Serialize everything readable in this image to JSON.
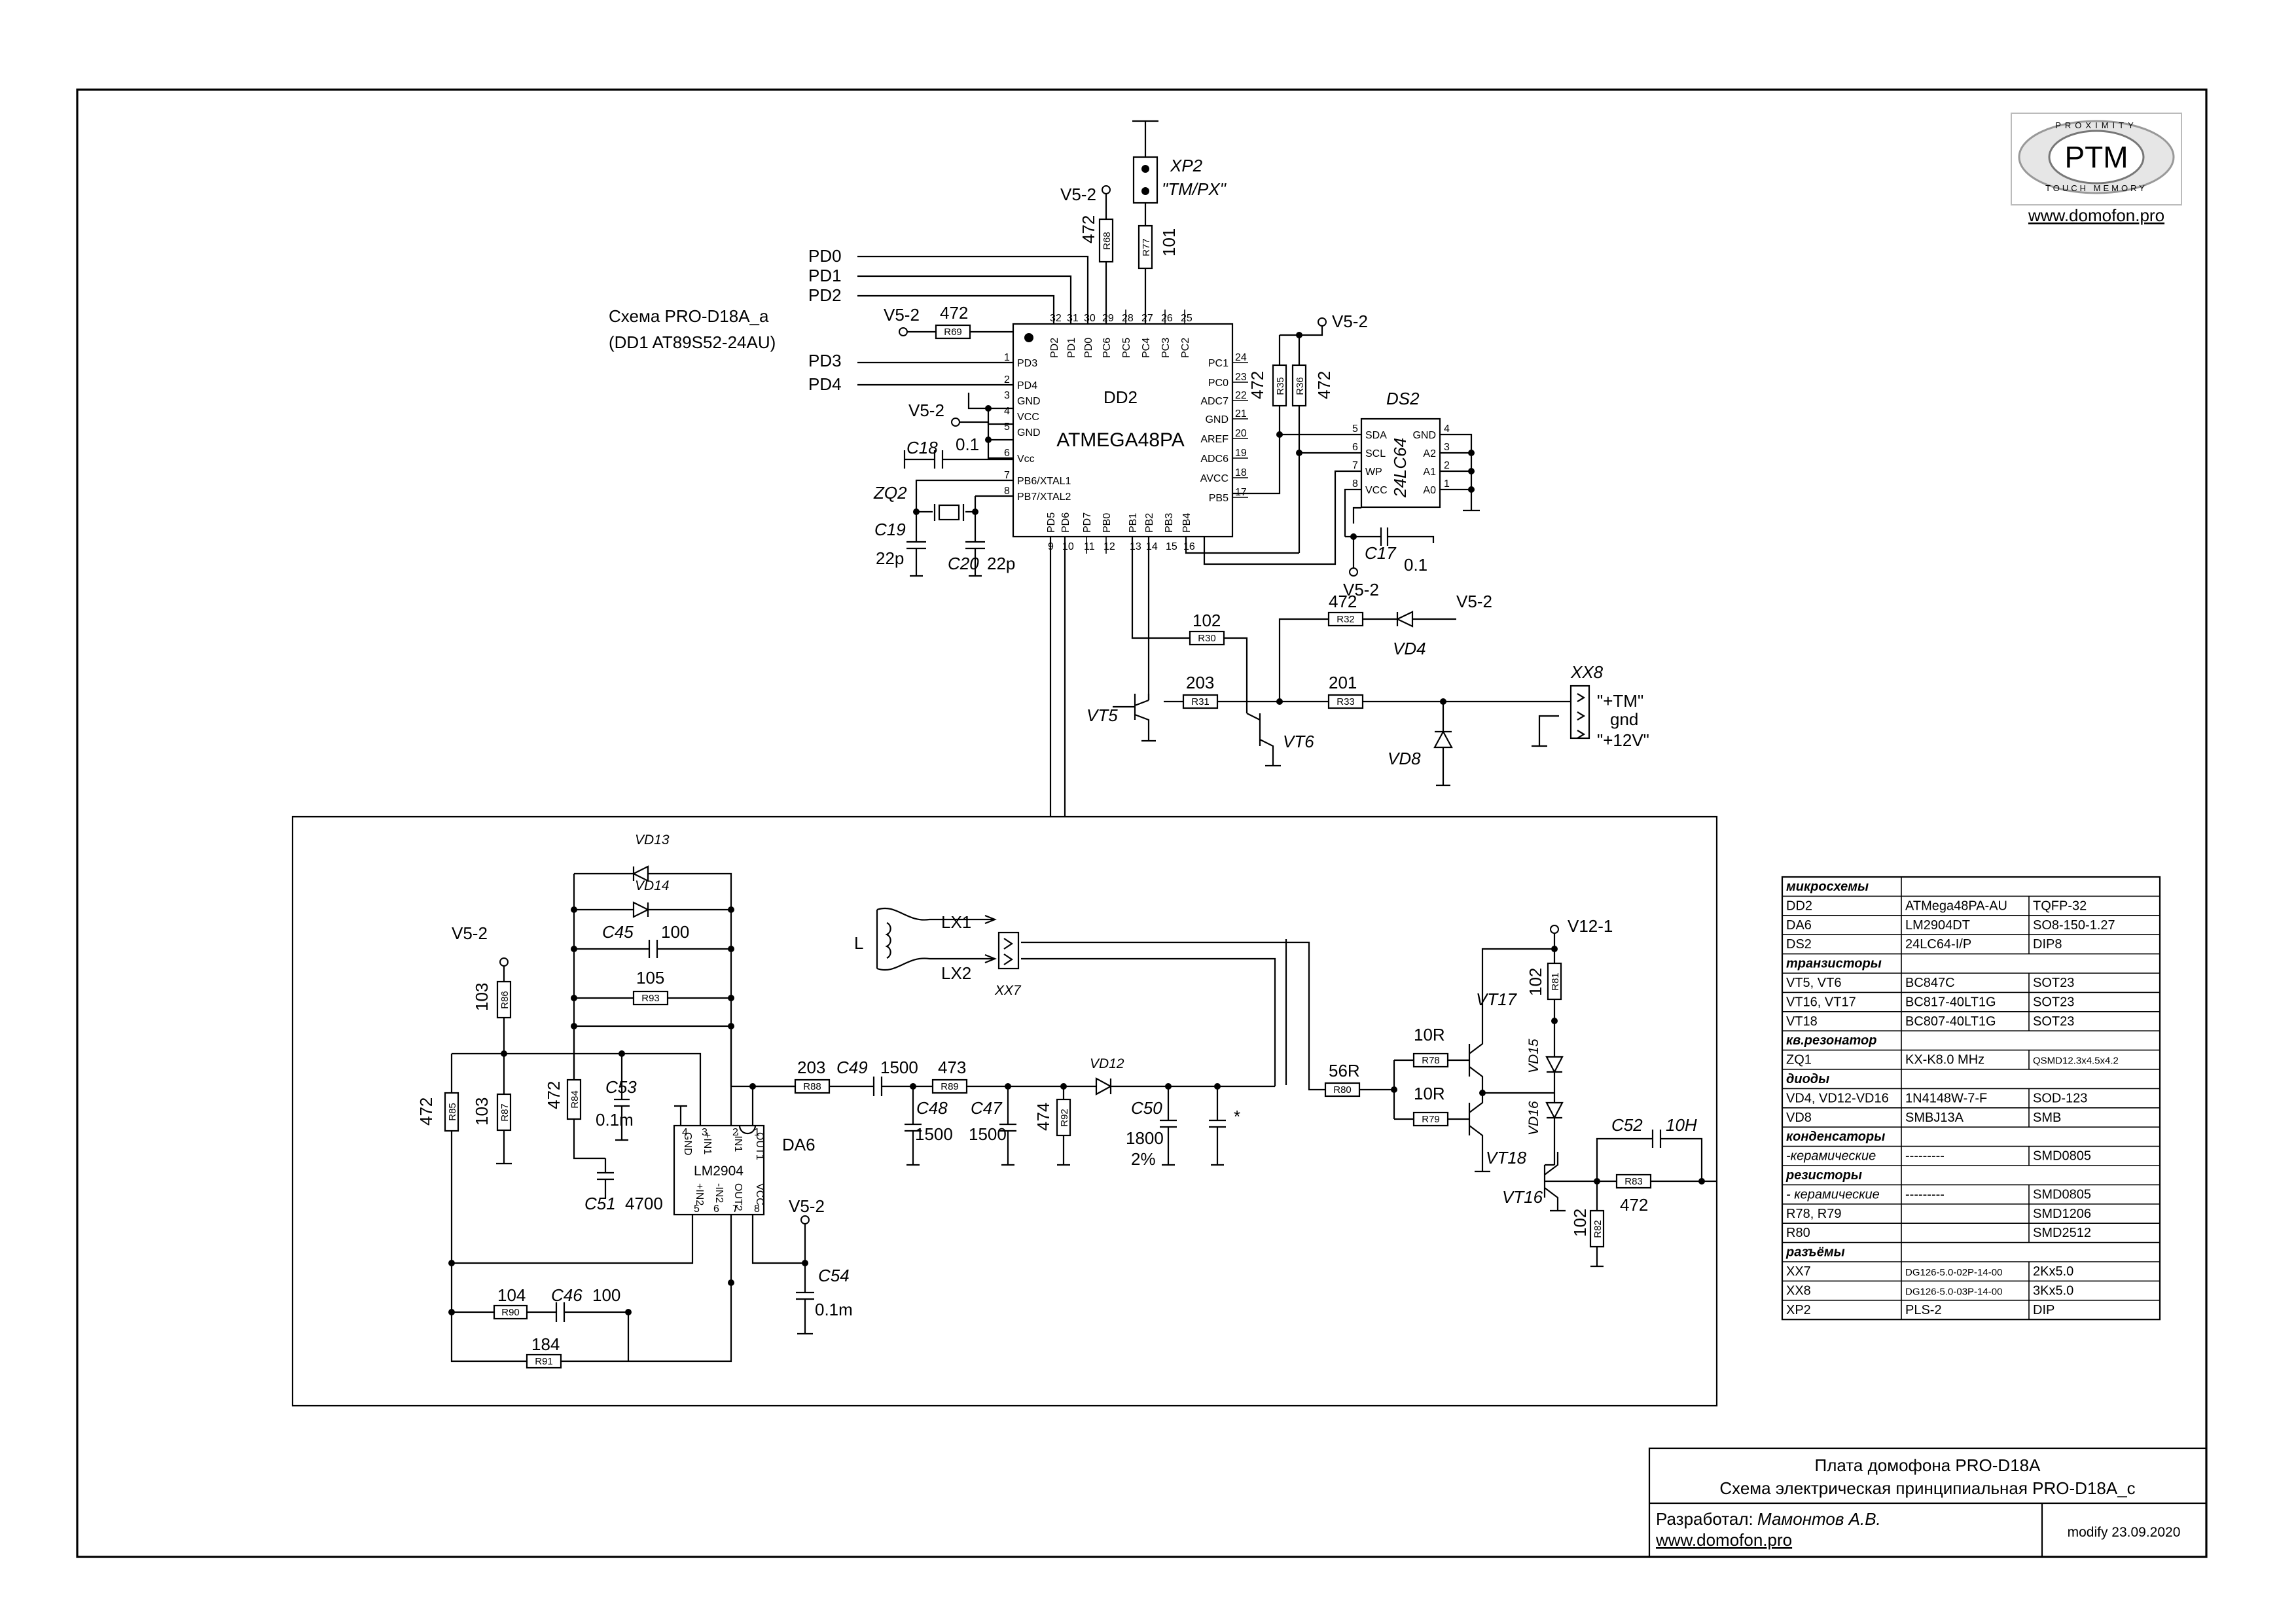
{
  "scheme": {
    "ref_note_1": "Схема PRO-D18A_a",
    "ref_note_2": "(DD1 AT89S52-24AU)",
    "nets": {
      "pd0": "PD0",
      "pd1": "PD1",
      "pd2": "PD2",
      "pd3": "PD3",
      "pd4": "PD4",
      "v52": "V5-2",
      "v121": "V12-1",
      "tm": "\"+TM\"",
      "gnd": "gnd",
      "v12": "\"+12V\"",
      "lx1": "LX1",
      "lx2": "LX2",
      "l": "L",
      "star": "*"
    },
    "mcu": {
      "ref": "DD2",
      "part": "ATMEGA48PA",
      "left_pins": [
        "PD3",
        "PD4",
        "GND",
        "VCC",
        "GND",
        "Vcc",
        "PB6/XTAL1",
        "PB7/XTAL2"
      ],
      "left_nums": [
        "1",
        "2",
        "3",
        "4",
        "5",
        "6",
        "7",
        "8"
      ],
      "right_pins": [
        "PC1",
        "PC0",
        "ADC7",
        "GND",
        "AREF",
        "ADC6",
        "AVCC",
        "PB5"
      ],
      "right_nums": [
        "24",
        "23",
        "22",
        "21",
        "20",
        "19",
        "18",
        "17"
      ],
      "top_pins": [
        "PD2",
        "PD1",
        "PD0",
        "PC6",
        "PC5",
        "PC4",
        "PC3",
        "PC2"
      ],
      "top_nums": [
        "32",
        "31",
        "30",
        "29",
        "28",
        "27",
        "26",
        "25"
      ],
      "bottom_pins": [
        "PD5",
        "PD6",
        "PD7",
        "PB0",
        "PB1",
        "PB2",
        "PB3",
        "PB4"
      ],
      "bottom_nums": [
        "9",
        "10",
        "11",
        "12",
        "13",
        "14",
        "15",
        "16"
      ]
    },
    "eeprom": {
      "ref": "DS2",
      "part": "24LC64",
      "left_pins": [
        "SDA",
        "SCL",
        "WP",
        "VCC"
      ],
      "left_nums": [
        "5",
        "6",
        "7",
        "8"
      ],
      "right_pins": [
        "GND",
        "A2",
        "A1",
        "A0"
      ],
      "right_nums": [
        "4",
        "3",
        "2",
        "1"
      ]
    },
    "opamp": {
      "ref": "DA6",
      "part": "LM2904",
      "pins": [
        "GND",
        "+IN1",
        "-IN1",
        "OUT1",
        "+IN2",
        "-IN2",
        "OUT2",
        "VCC"
      ],
      "nums": [
        "4",
        "3",
        "2",
        "1",
        "5",
        "6",
        "7",
        "8"
      ]
    },
    "connectors": {
      "xp2": "XP2",
      "xp2_note": "\"TM/PX\"",
      "xx8": "XX8",
      "xx7": "XX7"
    },
    "resistors": [
      {
        "ref": "R68",
        "value": "472"
      },
      {
        "ref": "R77",
        "value": "101"
      },
      {
        "ref": "R69",
        "value": "472"
      },
      {
        "ref": "R35",
        "value": "472"
      },
      {
        "ref": "R36",
        "value": "472"
      },
      {
        "ref": "R30",
        "value": "102"
      },
      {
        "ref": "R32",
        "value": "472"
      },
      {
        "ref": "R31",
        "value": "203"
      },
      {
        "ref": "R33",
        "value": "201"
      },
      {
        "ref": "R86",
        "value": "103"
      },
      {
        "ref": "R87",
        "value": "103"
      },
      {
        "ref": "R85",
        "value": "472"
      },
      {
        "ref": "R84",
        "value": "472"
      },
      {
        "ref": "R93",
        "value": "105"
      },
      {
        "ref": "R88",
        "value": "203"
      },
      {
        "ref": "R89",
        "value": "473"
      },
      {
        "ref": "R92",
        "value": "474"
      },
      {
        "ref": "R90",
        "value": "104"
      },
      {
        "ref": "R91",
        "value": "184"
      },
      {
        "ref": "R80",
        "value": "56R"
      },
      {
        "ref": "R78",
        "value": "10R"
      },
      {
        "ref": "R79",
        "value": "10R"
      },
      {
        "ref": "R81",
        "value": "102"
      },
      {
        "ref": "R82",
        "value": "102"
      },
      {
        "ref": "R83",
        "value": "472"
      }
    ],
    "capacitors": [
      {
        "ref": "C18",
        "value": "0.1"
      },
      {
        "ref": "C19",
        "value": "22p"
      },
      {
        "ref": "C20",
        "value": "22p"
      },
      {
        "ref": "C17",
        "value": "0.1"
      },
      {
        "ref": "C45",
        "value": "100"
      },
      {
        "ref": "C53",
        "value": "0.1m"
      },
      {
        "ref": "C51",
        "value": "4700"
      },
      {
        "ref": "C49",
        "value": "1500"
      },
      {
        "ref": "C48",
        "value": "1500"
      },
      {
        "ref": "C47",
        "value": "1500"
      },
      {
        "ref": "C50",
        "value": "1800"
      },
      {
        "ref": "C50_tol",
        "value": "2%"
      },
      {
        "ref": "C46",
        "value": "100"
      },
      {
        "ref": "C54",
        "value": "0.1m"
      },
      {
        "ref": "C52",
        "value": "10H"
      }
    ],
    "semis": {
      "zq2": "ZQ2",
      "vt5": "VT5",
      "vt6": "VT6",
      "vt16": "VT16",
      "vt17": "VT17",
      "vt18": "VT18",
      "vd4": "VD4",
      "vd8": "VD8",
      "vd12": "VD12",
      "vd13": "VD13",
      "vd14": "VD14",
      "vd15": "VD15",
      "vd16": "VD16"
    }
  },
  "logo": {
    "text": "PTM",
    "ring_top": "PROXIMITY",
    "ring_bottom": "TOUCH MEMORY",
    "url": "www.domofon.pro"
  },
  "bom": {
    "rows": [
      {
        "kind": "h",
        "c1": "микросхемы"
      },
      {
        "kind": "r",
        "c1": "DD2",
        "c2": "ATMega48PA-AU",
        "c3": "TQFP-32"
      },
      {
        "kind": "r",
        "c1": "DA6",
        "c2": "LM2904DT",
        "c3": "SO8-150-1.27"
      },
      {
        "kind": "r",
        "c1": "DS2",
        "c2": "24LC64-I/P",
        "c3": "DIP8"
      },
      {
        "kind": "h",
        "c1": "транзисторы"
      },
      {
        "kind": "r",
        "c1": "VT5, VT6",
        "c2": "BC847C",
        "c3": "SOT23"
      },
      {
        "kind": "r",
        "c1": "VT16, VT17",
        "c2": "BC817-40LT1G",
        "c3": "SOT23"
      },
      {
        "kind": "r",
        "c1": "VT18",
        "c2": "BC807-40LT1G",
        "c3": "SOT23"
      },
      {
        "kind": "h",
        "c1": "кв.резонатор"
      },
      {
        "kind": "r",
        "c1": "ZQ1",
        "c2": "KX-K8.0 MHz",
        "c3": "QSMD12.3x4.5x4.2"
      },
      {
        "kind": "h",
        "c1": "диоды"
      },
      {
        "kind": "r",
        "c1": "VD4, VD12-VD16",
        "c2": "1N4148W-7-F",
        "c3": "SOD-123"
      },
      {
        "kind": "r",
        "c1": "VD8",
        "c2": "SMBJ13A",
        "c3": "SMB"
      },
      {
        "kind": "h",
        "c1": "конденсаторы"
      },
      {
        "kind": "r",
        "c1": "-керамические",
        "c2": "---------",
        "c3": "SMD0805",
        "it": true
      },
      {
        "kind": "h",
        "c1": "резисторы"
      },
      {
        "kind": "r",
        "c1": "- керамические",
        "c2": "---------",
        "c3": "SMD0805",
        "it": true
      },
      {
        "kind": "r",
        "c1": "R78, R79",
        "c2": "",
        "c3": "SMD1206"
      },
      {
        "kind": "r",
        "c1": "R80",
        "c2": "",
        "c3": "SMD2512"
      },
      {
        "kind": "h",
        "c1": "разъёмы"
      },
      {
        "kind": "r",
        "c1": "XX7",
        "c2": "DG126-5.0-02P-14-00",
        "c3": "2Kx5.0"
      },
      {
        "kind": "r",
        "c1": "XX8",
        "c2": "DG126-5.0-03P-14-00",
        "c3": "3Kx5.0"
      },
      {
        "kind": "r",
        "c1": "XP2",
        "c2": "PLS-2",
        "c3": "DIP"
      }
    ]
  },
  "title_block": {
    "line1": "Плата домофона PRO-D18A",
    "line2": "Схема электрическая принципиальная PRO-D18A_c",
    "author_label": "Разработал:",
    "author": "Мамонтов А.В.",
    "url": "www.domofon.pro",
    "modified": "modify 23.09.2020"
  }
}
